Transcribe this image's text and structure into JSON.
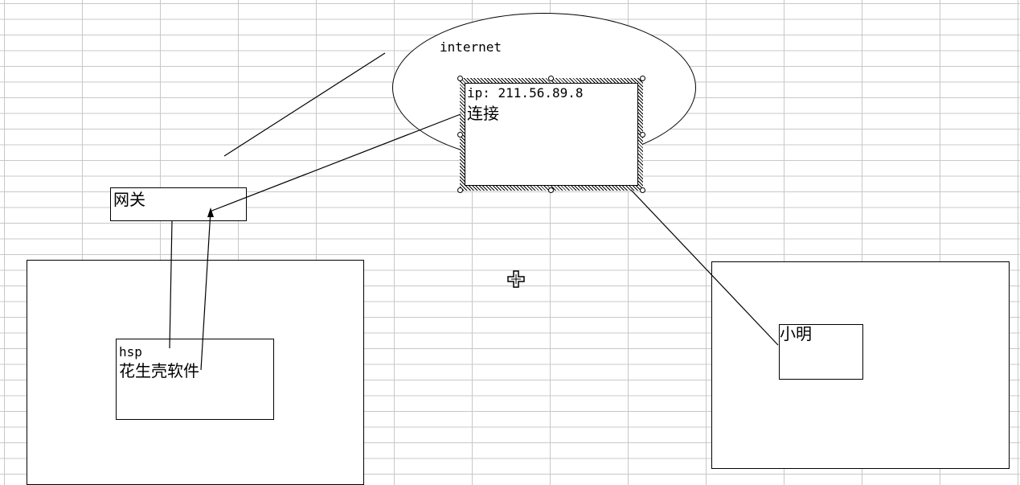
{
  "diagram": {
    "internet_label": "internet",
    "server_box": {
      "ip_line": "ip: 211.56.89.8",
      "connect_label": "连接"
    },
    "gateway_label": "网关",
    "hsp_box": {
      "title": "hsp",
      "software_label": "花生壳软件"
    },
    "xiaoming_label": "小明"
  },
  "icons": {
    "cursor": "move-cursor-icon",
    "selection_handle": "resize-handle-icon"
  },
  "colors": {
    "grid": "#c8c8c8",
    "lines": "#000000",
    "background": "#ffffff"
  }
}
